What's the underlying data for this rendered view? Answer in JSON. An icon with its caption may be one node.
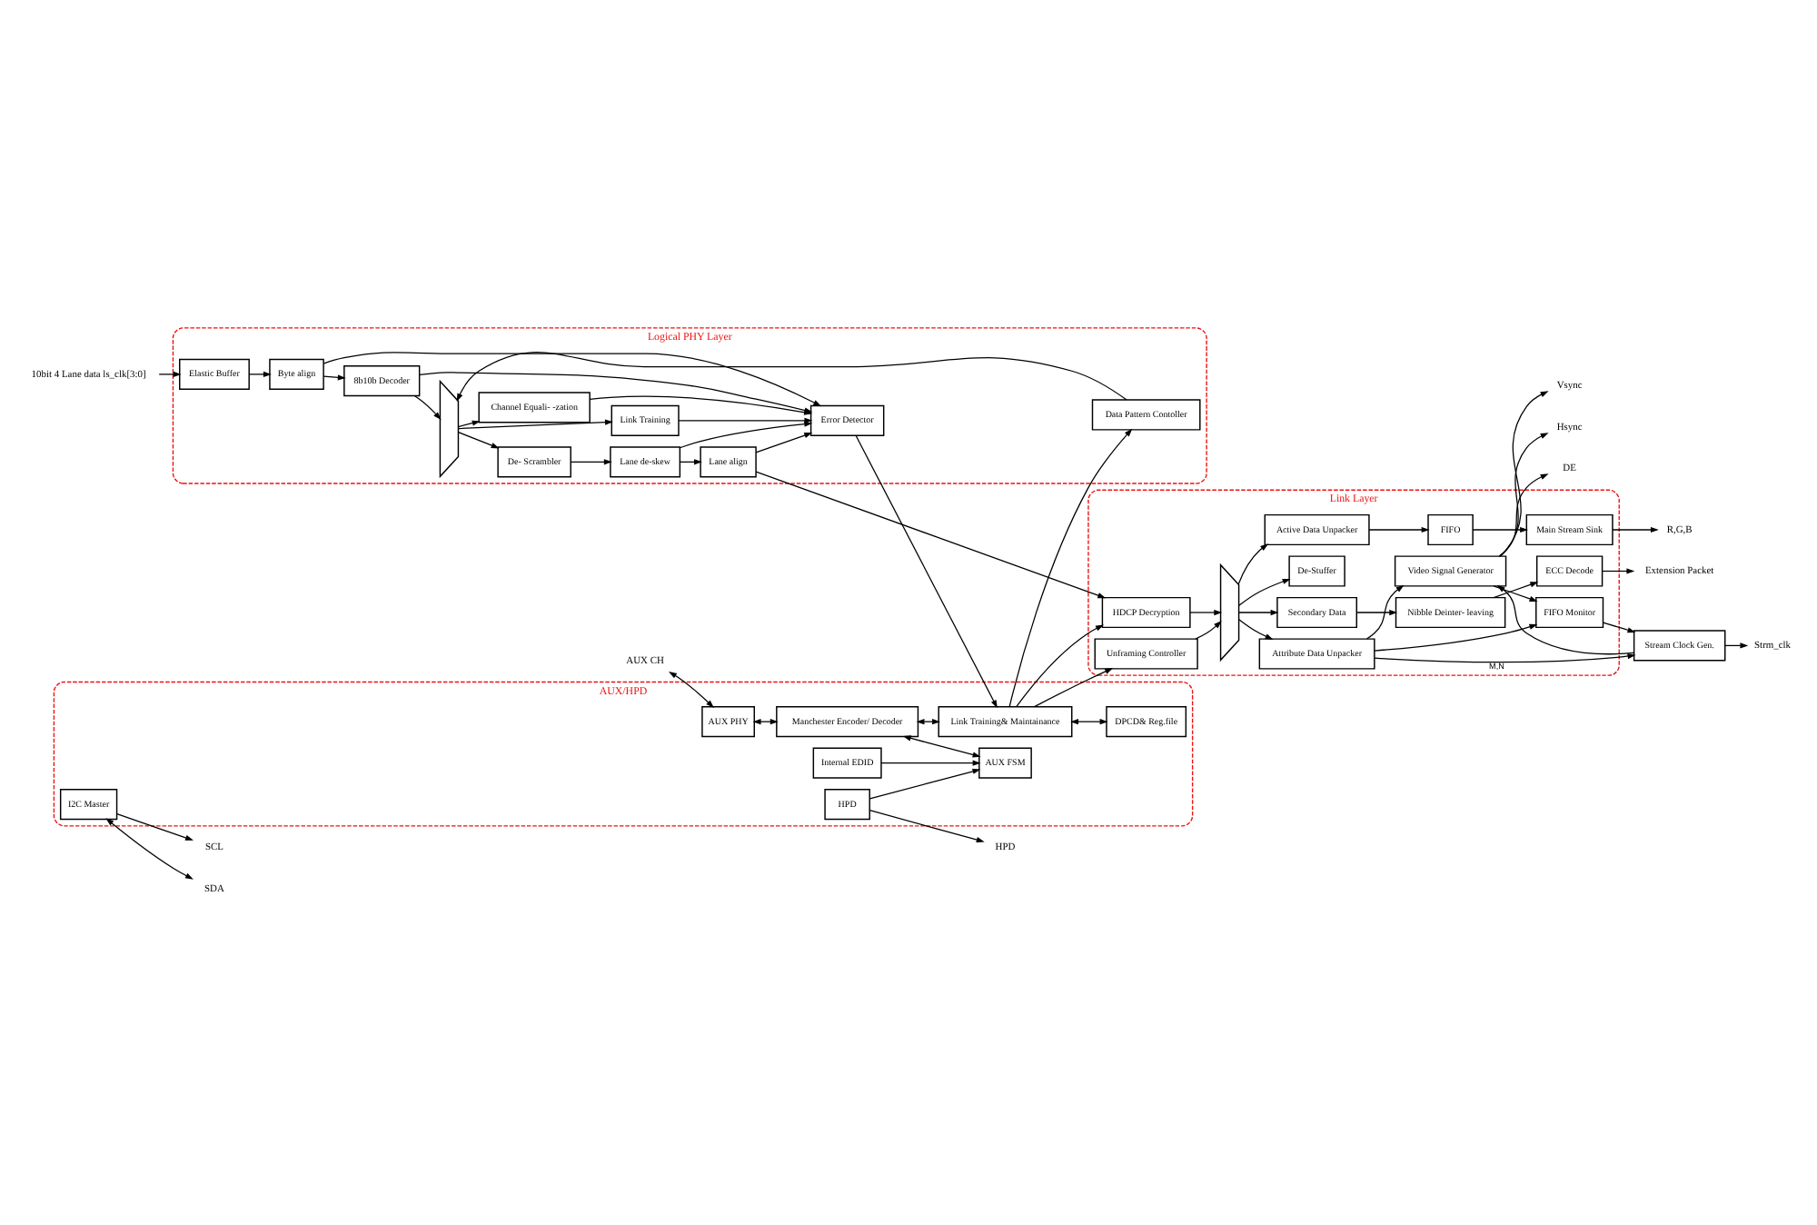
{
  "diagram": {
    "nodes": [
      {
        "text": [
          "Logical PHY Layer"
        ]
      },
      {
        "text": [
          "Elastic Buffer"
        ],
        "in": 0
      },
      {
        "text": [
          "Byte align"
        ],
        "in": 0
      },
      {
        "text": [
          "8b10b Decoder"
        ],
        "in": 0
      },
      {
        "text": [],
        "shape": "trapezoid",
        "in": 0
      },
      {
        "text": [
          "De- Scrambler"
        ],
        "in": 0
      },
      {
        "text": [
          "Link Training"
        ],
        "in": 0
      },
      {
        "text": [
          "Channel Equali- -zation"
        ],
        "in": 0
      },
      {
        "text": [
          "Lane de-skew"
        ],
        "in": 0
      },
      {
        "text": [
          "Lane align"
        ],
        "in": 0
      },
      {
        "text": [
          "Data Pattern Contoller"
        ],
        "in": 0
      },
      {
        "text": [
          "Error Detector"
        ],
        "in": 0
      },
      {
        "text": [
          "Link Layer"
        ]
      },
      {
        "text": [
          "HDCP Decryption"
        ],
        "in": 12
      },
      {
        "text": [],
        "shape": "trapezoid",
        "in": 12
      },
      {
        "text": [
          "Secondary Data"
        ],
        "in": 12
      },
      {
        "text": [
          "Nibble Deinter- leaving"
        ],
        "in": 12
      },
      {
        "text": [
          "ECC Decode"
        ],
        "in": 12
      },
      {
        "text": [
          "Active Data Unpacker"
        ],
        "in": 12
      },
      {
        "text": [
          "FIFO"
        ],
        "in": 12
      },
      {
        "text": [
          "Main Stream Sink"
        ],
        "in": 12
      },
      {
        "text": [
          "De-Stuffer"
        ],
        "in": 12
      },
      {
        "text": [
          "Attribute Data Unpacker"
        ],
        "in": 12
      },
      {
        "text": [
          "Video Signal Generator"
        ],
        "in": 12
      },
      {
        "text": [
          "FIFO Monitor"
        ],
        "in": 12
      },
      {
        "text": [
          "Unframing Controller"
        ],
        "in": 12
      },
      {
        "text": [
          "Stream Clock Gen."
        ]
      },
      {
        "text": [
          "AUX/HPD"
        ]
      },
      {
        "text": [
          "AUX PHY"
        ],
        "in": 27
      },
      {
        "text": [
          "Manchester Encoder/ Decoder"
        ],
        "in": 27
      },
      {
        "text": [
          "Link Training& Maintainance"
        ],
        "in": 27
      },
      {
        "text": [
          "AUX FSM"
        ],
        "in": 27
      },
      {
        "text": [
          "DPCD& Reg.file"
        ],
        "in": 27
      },
      {
        "text": [
          "Internal EDID"
        ],
        "in": 27
      },
      {
        "text": [
          "I2C Master"
        ],
        "in": 27
      },
      {
        "text": [
          "HPD"
        ],
        "in": 27
      },
      {
        "text": [
          "10bit 4 Lane data ls_clk[3:0]"
        ]
      },
      {
        "text": [
          "Extension Packet"
        ]
      },
      {
        "text": [
          "R,G,B"
        ]
      },
      {
        "text": [
          "DE"
        ]
      },
      {
        "text": [
          "Vsync"
        ]
      },
      {
        "text": [
          "Hsync"
        ]
      },
      {
        "text": [
          "Strm_clk"
        ]
      },
      {
        "text": [
          "AUX CH"
        ]
      },
      {
        "text": [
          "HPD"
        ]
      },
      {
        "text": [
          "SCL"
        ]
      },
      {
        "text": [
          "SDA"
        ]
      }
    ],
    "edges": [
      {
        "from": 36,
        "to": 1,
        "arrow": "to"
      },
      {
        "from": 1,
        "to": 2,
        "arrow": "to"
      },
      {
        "from": 2,
        "to": 3,
        "arrow": "to"
      },
      {
        "from": 3,
        "to": 4,
        "arrow": "to"
      },
      {
        "from": 4,
        "to": 5,
        "arrow": "to"
      },
      {
        "from": 4,
        "to": 6,
        "arrow": "to"
      },
      {
        "from": 4,
        "to": 7,
        "arrow": "to"
      },
      {
        "from": 5,
        "to": 8,
        "arrow": "to"
      },
      {
        "from": 6,
        "to": 11,
        "arrow": "to"
      },
      {
        "from": 7,
        "to": 11,
        "arrow": "to"
      },
      {
        "from": 8,
        "to": 9,
        "arrow": "to"
      },
      {
        "from": 9,
        "to": 13,
        "arrow": "to"
      },
      {
        "from": 2,
        "to": 11,
        "arrow": "to"
      },
      {
        "from": 3,
        "to": 11,
        "arrow": "to"
      },
      {
        "from": 8,
        "to": 11,
        "arrow": "to"
      },
      {
        "from": 9,
        "to": 11,
        "arrow": "to"
      },
      {
        "from": 10,
        "to": 4,
        "arrow": "to"
      },
      {
        "from": 11,
        "to": 30,
        "arrow": "to"
      },
      {
        "from": 30,
        "to": 25,
        "arrow": "to"
      },
      {
        "from": 30,
        "to": 10,
        "arrow": "to"
      },
      {
        "from": 30,
        "to": 13,
        "arrow": "to"
      },
      {
        "from": 13,
        "to": 14,
        "arrow": "to"
      },
      {
        "from": 25,
        "to": 14,
        "arrow": "to"
      },
      {
        "from": 14,
        "to": 15,
        "arrow": "to"
      },
      {
        "from": 14,
        "to": 18,
        "arrow": "to"
      },
      {
        "from": 14,
        "to": 21,
        "arrow": "to"
      },
      {
        "from": 14,
        "to": 22,
        "arrow": "to"
      },
      {
        "from": 15,
        "to": 16,
        "arrow": "to"
      },
      {
        "from": 16,
        "to": 17,
        "arrow": "to"
      },
      {
        "from": 17,
        "to": 37,
        "arrow": "to"
      },
      {
        "from": 18,
        "to": 19,
        "arrow": "to"
      },
      {
        "from": 19,
        "to": 20,
        "arrow": "to"
      },
      {
        "from": 20,
        "to": 38,
        "arrow": "to"
      },
      {
        "from": 22,
        "to": 23,
        "arrow": "to"
      },
      {
        "from": 22,
        "to": 24,
        "arrow": "to"
      },
      {
        "from": 23,
        "to": 24,
        "arrow": "to"
      },
      {
        "from": 22,
        "to": 26,
        "arrow": "to",
        "label": "M,N"
      },
      {
        "from": 24,
        "to": 26,
        "arrow": "to"
      },
      {
        "from": 23,
        "to": 39,
        "arrow": "to"
      },
      {
        "from": 23,
        "to": 40,
        "arrow": "to"
      },
      {
        "from": 23,
        "to": 41,
        "arrow": "to"
      },
      {
        "from": 26,
        "to": 23,
        "arrow": "to"
      },
      {
        "from": 26,
        "to": 42,
        "arrow": "to"
      },
      {
        "from": 43,
        "to": 28,
        "arrow": "both"
      },
      {
        "from": 28,
        "to": 29,
        "arrow": "both"
      },
      {
        "from": 29,
        "to": 30,
        "arrow": "both"
      },
      {
        "from": 29,
        "to": 31,
        "arrow": "both"
      },
      {
        "from": 30,
        "to": 32,
        "arrow": "both"
      },
      {
        "from": 33,
        "to": 31,
        "arrow": "to"
      },
      {
        "from": 35,
        "to": 31,
        "arrow": "to"
      },
      {
        "from": 35,
        "to": 44,
        "arrow": "to"
      },
      {
        "from": 34,
        "to": 45,
        "arrow": "to"
      },
      {
        "from": 34,
        "to": 46,
        "arrow": "both"
      }
    ]
  }
}
